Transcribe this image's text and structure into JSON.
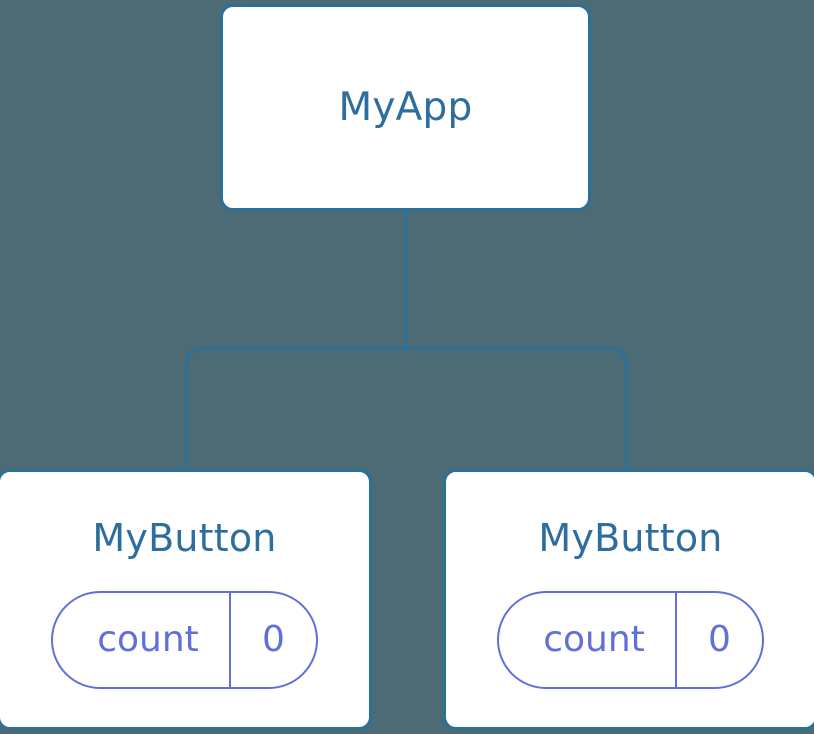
{
  "diagram": {
    "kind": "component-tree",
    "background_color": "#4d6b75",
    "node_fill_color": "#ffffff",
    "node_border_color": "#2b7099",
    "title_color": "#2d6e9e",
    "state_color": "#6070d8",
    "edge_color": "#2b7099"
  },
  "root": {
    "label": "MyApp"
  },
  "children": [
    {
      "label": "MyButton",
      "state": {
        "key": "count",
        "value": "0"
      }
    },
    {
      "label": "MyButton",
      "state": {
        "key": "count",
        "value": "0"
      }
    }
  ],
  "edges": {
    "trunk_label": "root-to-children-connector",
    "branch_left_label": "edge-to-first-child",
    "branch_right_label": "edge-to-second-child"
  }
}
